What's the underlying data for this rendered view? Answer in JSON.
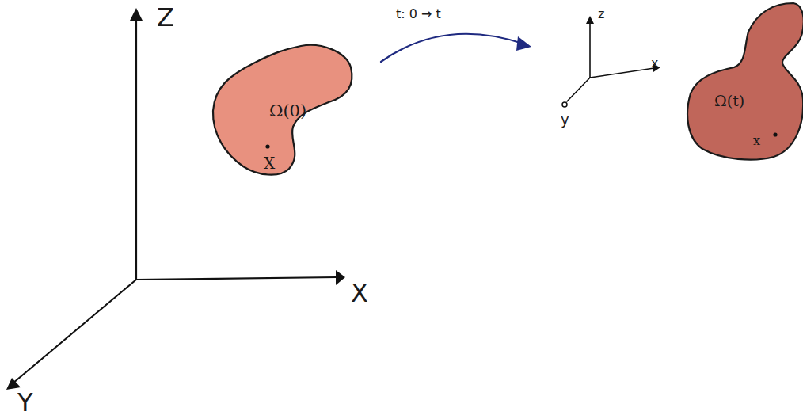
{
  "diagram": {
    "nodes": [
      {
        "text": [
          "Ω(0)",
          "X"
        ]
      },
      {
        "text": [
          "Ω(t)",
          "x"
        ]
      }
    ],
    "labels": [
      "Z",
      "X",
      "Y",
      "t: 0 → t",
      "z",
      "x",
      "y"
    ]
  }
}
